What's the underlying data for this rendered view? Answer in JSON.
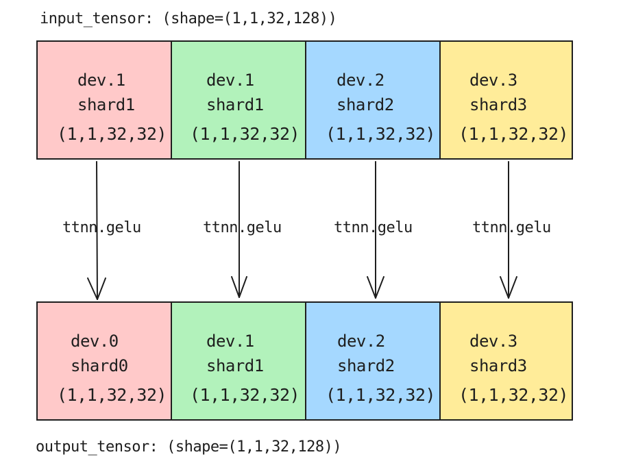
{
  "input_caption": "input_tensor: (shape=(1,1,32,128))",
  "output_caption": "output_tensor: (shape=(1,1,32,128))",
  "colors": {
    "red": "#ffc9c9",
    "green": "#b2f2bb",
    "blue": "#a5d8ff",
    "yellow": "#ffec99",
    "stroke": "#1e1e1e"
  },
  "input_shards": [
    {
      "device": "dev.1",
      "shard": "shard1",
      "shape": "(1,1,32,32)",
      "color": "red"
    },
    {
      "device": "dev.1",
      "shard": "shard1",
      "shape": "(1,1,32,32)",
      "color": "green"
    },
    {
      "device": "dev.2",
      "shard": "shard2",
      "shape": "(1,1,32,32)",
      "color": "blue"
    },
    {
      "device": "dev.3",
      "shard": "shard3",
      "shape": "(1,1,32,32)",
      "color": "yellow"
    }
  ],
  "operations": [
    "ttnn.gelu",
    "ttnn.gelu",
    "ttnn.gelu",
    "ttnn.gelu"
  ],
  "output_shards": [
    {
      "device": "dev.0",
      "shard": "shard0",
      "shape": "(1,1,32,32)",
      "color": "red"
    },
    {
      "device": "dev.1",
      "shard": "shard1",
      "shape": "(1,1,32,32)",
      "color": "green"
    },
    {
      "device": "dev.2",
      "shard": "shard2",
      "shape": "(1,1,32,32)",
      "color": "blue"
    },
    {
      "device": "dev.3",
      "shard": "shard3",
      "shape": "(1,1,32,32)",
      "color": "yellow"
    }
  ]
}
